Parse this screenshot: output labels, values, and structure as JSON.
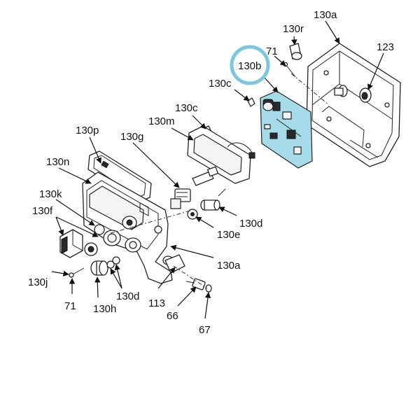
{
  "callouts": {
    "c130a_top": "130a",
    "c130r": "130r",
    "c71_top": "71",
    "c123": "123",
    "c130b": "130b",
    "c130c_1": "130c",
    "c130c_2": "130c",
    "c130m": "130m",
    "c130p": "130p",
    "c130g": "130g",
    "c130n": "130n",
    "c130k": "130k",
    "c130f": "130f",
    "c130d_right": "130d",
    "c130e": "130e",
    "c130a_bottom": "130a",
    "c130j": "130j",
    "c71_bottom": "71",
    "c130h": "130h",
    "c130d_bottom": "130d",
    "c113": "113",
    "c66": "66",
    "c67": "67"
  },
  "highlight": {
    "target": "130b",
    "color": "#7cc6e0"
  },
  "colors": {
    "board": "#a6dcea",
    "line": "#222222"
  }
}
